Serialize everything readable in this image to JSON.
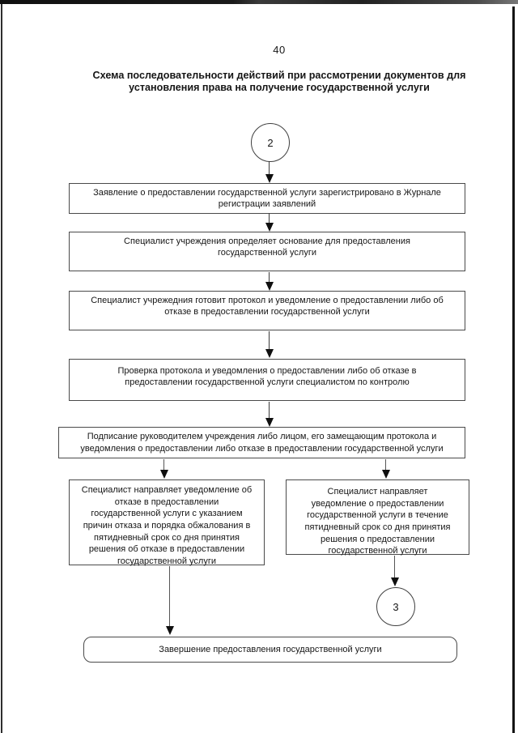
{
  "page": {
    "number": "40"
  },
  "title": {
    "line1": "Схема последовательности действий при  рассмотрении документов для",
    "line2": "установления права на получение государственной услуги"
  },
  "flowchart": {
    "connector_start": "2",
    "connector_end": "3",
    "boxes": [
      {
        "id": "application-registered",
        "text": "Заявление о предоставлении государственной услуги зарегистрировано в Журнале регистрации заявлений"
      },
      {
        "id": "specialist-determines-basis",
        "text": "Специалист учреждения определяет основание для предоставления государственной услуги"
      },
      {
        "id": "specialist-prepares-protocol",
        "text": "Специалист учрежедния готовит протокол и уведомление о предоставлении либо об отказе в предоставлении государственной услуги"
      },
      {
        "id": "protocol-check",
        "text": "Проверка протокола и уведомления о предоставлении либо об отказе в предоставлении государственной услуги специалистом по контролю"
      },
      {
        "id": "signing-by-head",
        "text": "Подписание руководителем учреждения либо лицом, его замещающим протокола и уведомления о предоставлении либо отказе в предоставлении государственной услуги"
      },
      {
        "id": "refusal-notification",
        "text": "Специалист направляет уведомление об отказе в предоставлении государственной услуги с указанием причин отказа и порядка обжалования в пятидневный срок со дня принятия решения об отказе в предоставлении государственной услуги"
      },
      {
        "id": "grant-notification",
        "text": "Специалист направляет уведомление о предоставлении государственной услуги  в течение пятидневный срок со дня принятия решения о предоставлении государственной услуги"
      },
      {
        "id": "service-completion",
        "text": "Завершение предоставления государственной услуги"
      }
    ]
  },
  "colors": {
    "ink": "#161616",
    "box_border": "#4a4a4a",
    "arrow": "#101010"
  }
}
